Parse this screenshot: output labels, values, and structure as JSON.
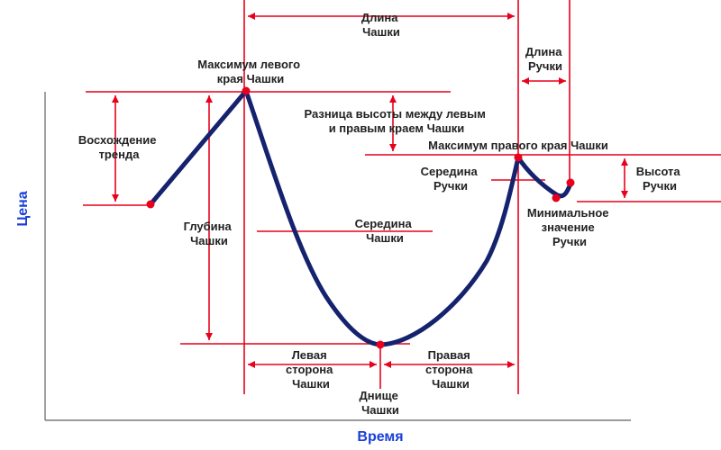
{
  "axes": {
    "y_label": "Цена",
    "x_label": "Время"
  },
  "labels": {
    "cup_length": [
      "Длина",
      "Чашки"
    ],
    "handle_length": [
      "Длина",
      "Ручки"
    ],
    "left_max": [
      "Максимум левого",
      "края Чашки"
    ],
    "height_diff": [
      "Разница высоты между левым",
      "и правым краем Чашки"
    ],
    "right_max": [
      "Максимум правого края Чашки"
    ],
    "trend_rise": [
      "Восхождение",
      "тренда"
    ],
    "handle_mid": [
      "Середина",
      "Ручки"
    ],
    "handle_height": [
      "Высота",
      "Ручки"
    ],
    "handle_min": [
      "Минимальное",
      "значение",
      "Ручки"
    ],
    "cup_depth": [
      "Глубина",
      "Чашки"
    ],
    "cup_mid": [
      "Середина",
      "Чашки"
    ],
    "left_side": [
      "Левая",
      "сторона",
      "Чашки"
    ],
    "right_side": [
      "Правая",
      "сторона",
      "Чашки"
    ],
    "cup_bottom": [
      "Днище",
      "Чашки"
    ]
  },
  "colors": {
    "curve": "#15226e",
    "annotation": "#e8001c",
    "axis_label": "#1a3fd8",
    "axis": "#7a7a7a",
    "text": "#222222"
  }
}
